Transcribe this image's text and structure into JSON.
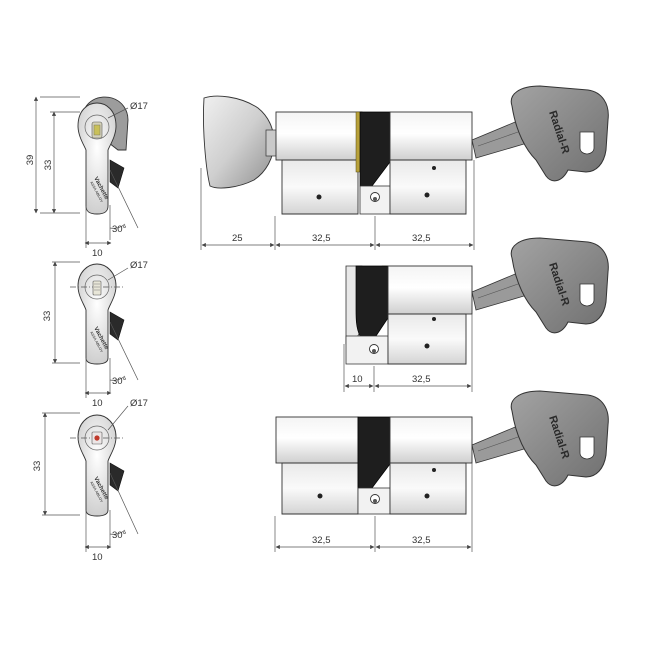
{
  "dimensions": {
    "height_total": "39",
    "height_body": "33",
    "diameter": "Ø17",
    "width_profile": "10",
    "angle": "30°",
    "len_knob": "25",
    "len_half": "32,5",
    "len_short": "10"
  },
  "profile": {
    "brand": "Vachette",
    "sub": "ASSA ABLOY"
  },
  "key": {
    "label": "Radial-R"
  },
  "colors": {
    "body_light": "#e6e6e6",
    "body_mid": "#cfcfcf",
    "cam_black": "#1e1e1e",
    "brass": "#b8a13a",
    "key_grey": "#8a8a8a",
    "red_pin": "#c0392b"
  },
  "icons": [
    "lock-cylinder-icon",
    "thumb-turn-icon",
    "key-icon"
  ]
}
